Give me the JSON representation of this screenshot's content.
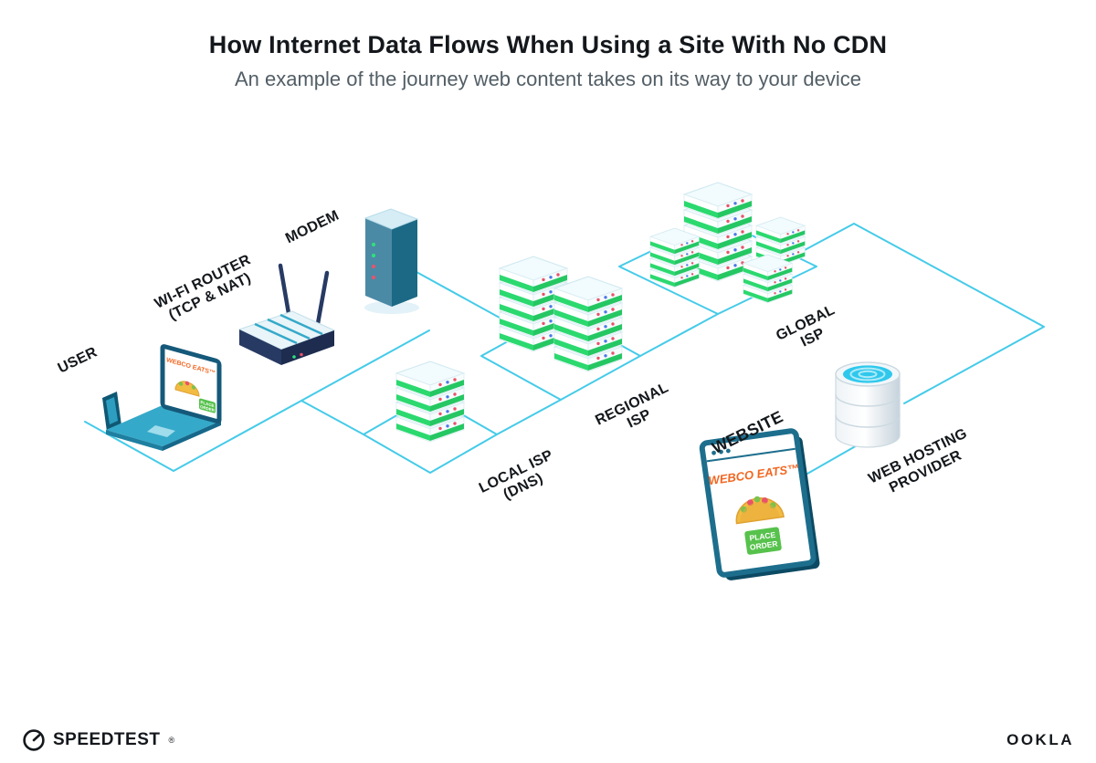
{
  "header": {
    "title": "How Internet Data Flows When Using a Site With No CDN",
    "subtitle": "An example of the journey web content takes on its way to your device"
  },
  "labels": {
    "user": "USER",
    "router1": "WI-FI ROUTER",
    "router2": "(TCP & NAT)",
    "modem": "MODEM",
    "local1": "LOCAL ISP",
    "local2": "(DNS)",
    "regional1": "REGIONAL",
    "regional2": "ISP",
    "global1": "GLOBAL",
    "global2": "ISP",
    "website": "WEBSITE",
    "hosting1": "WEB HOSTING",
    "hosting2": "PROVIDER"
  },
  "laptop_screen": {
    "site_name": "WEBCO EATS™",
    "button_line1": "PLACE",
    "button_line2": "ORDER"
  },
  "website_window": {
    "site_name": "WEBCO EATS™",
    "button_line1": "PLACE",
    "button_line2": "ORDER"
  },
  "footer": {
    "speedtest": "SPEEDTEST",
    "speedtest_mark": "®",
    "ookla": "OOKLA"
  },
  "colors": {
    "connection_line": "#45cbe9",
    "server_green": "#2bd96f",
    "device_teal": "#1d6e8d",
    "router_navy": "#273a63",
    "brand_orange": "#f26722",
    "button_green": "#56c24c",
    "water_cyan": "#2fc8ec",
    "title_text": "#14181c",
    "subtitle_text": "#525e66"
  }
}
